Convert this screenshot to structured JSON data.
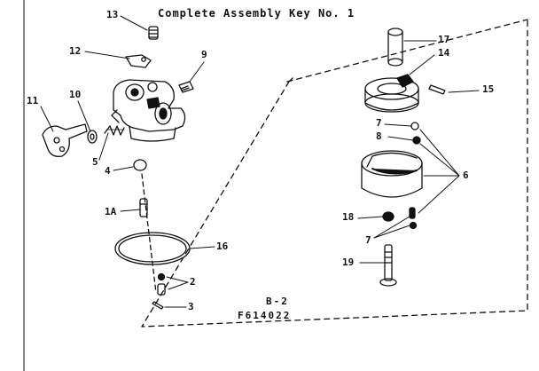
{
  "diagram": {
    "title": "Complete Assembly Key No. 1",
    "view_code": "B-2",
    "figure_code": "F614022",
    "callouts": {
      "c13": "13",
      "c12": "12",
      "c9": "9",
      "c11": "11",
      "c10": "10",
      "c5": "5",
      "c4": "4",
      "c1a": "1A",
      "c16": "16",
      "c2": "2",
      "c3": "3",
      "c17": "17",
      "c14": "14",
      "c15": "15",
      "c7a": "7",
      "c8": "8",
      "c6": "6",
      "c18": "18",
      "c7b": "7",
      "c19": "19"
    }
  },
  "colors": {
    "ink": "#111111",
    "paper": "#ffffff"
  }
}
